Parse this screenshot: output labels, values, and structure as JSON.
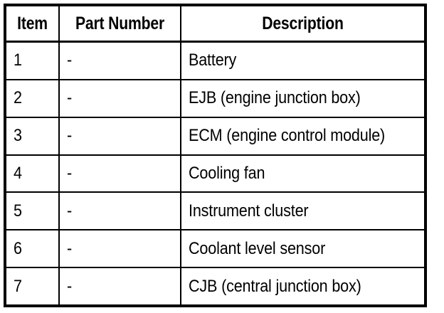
{
  "table": {
    "columns": [
      {
        "key": "item",
        "label": "Item",
        "align": "center"
      },
      {
        "key": "part_number",
        "label": "Part Number",
        "align": "center"
      },
      {
        "key": "description",
        "label": "Description",
        "align": "center"
      }
    ],
    "rows": [
      {
        "item": "1",
        "part_number": "-",
        "description": "Battery"
      },
      {
        "item": "2",
        "part_number": "-",
        "description": "EJB (engine junction box)"
      },
      {
        "item": "3",
        "part_number": "-",
        "description": "ECM (engine control module)"
      },
      {
        "item": "4",
        "part_number": "-",
        "description": "Cooling fan"
      },
      {
        "item": "5",
        "part_number": "-",
        "description": "Instrument cluster"
      },
      {
        "item": "6",
        "part_number": "-",
        "description": "Coolant level sensor"
      },
      {
        "item": "7",
        "part_number": "-",
        "description": "CJB (central junction box)"
      }
    ]
  },
  "colors": {
    "background": "#ffffff",
    "border": "#000000",
    "text": "#000000"
  }
}
